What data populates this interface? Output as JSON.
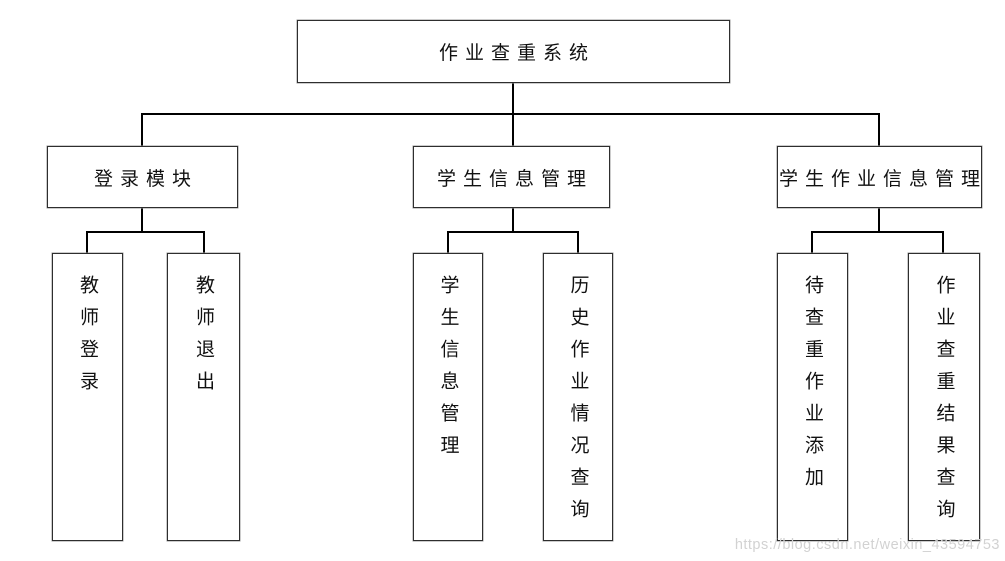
{
  "diagram": {
    "title": "作业查重系统",
    "root": {
      "label": "作业查重系统"
    },
    "modules": [
      {
        "label": "登录模块",
        "children": [
          {
            "label": "教师登录"
          },
          {
            "label": "教师退出"
          }
        ]
      },
      {
        "label": "学生信息管理",
        "children": [
          {
            "label": "学生信息管理"
          },
          {
            "label": "历史作业情况查询"
          }
        ]
      },
      {
        "label": "学生作业信息管理",
        "children": [
          {
            "label": "待查重作业添加"
          },
          {
            "label": "作业查重结果查询"
          }
        ]
      }
    ]
  },
  "watermark": "https://blog.csdn.net/weixin_43594753",
  "colors": {
    "background": "#ffffff",
    "line": "#000000",
    "box_border": "#2e2e2e",
    "text": "#111111",
    "watermark": "#d2d2d2"
  }
}
